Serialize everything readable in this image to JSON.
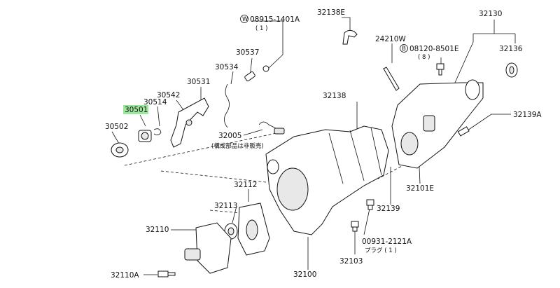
{
  "labels": {
    "p08915": "08915-1401A",
    "p08915_qty": "( 1 )",
    "p08915_circle": "W",
    "p30537": "30537",
    "p30534": "30534",
    "p30531": "30531",
    "p30542": "30542",
    "p30514": "30514",
    "p30501": "30501",
    "p30502": "30502",
    "p32005": "32005",
    "p32005_note": "(構成部品は非販売)",
    "p32138E": "32138E",
    "p32138": "32138",
    "p24210W": "24210W",
    "p08120": "08120-8501E",
    "p08120_qty": "( 8 )",
    "p08120_circle": "B",
    "p32130": "32130",
    "p32136": "32136",
    "p32139A": "32139A",
    "p32101E": "32101E",
    "p32139": "32139",
    "p32112": "32112",
    "p32113": "32113",
    "p32110": "32110",
    "p32110A": "32110A",
    "p32100": "32100",
    "p32103": "32103",
    "p00931": "00931-2121A",
    "p00931_note": "プラグ ( 1 )"
  },
  "colors": {
    "highlight": "#9be79b",
    "ink": "#111111"
  },
  "highlighted_part": "30501"
}
